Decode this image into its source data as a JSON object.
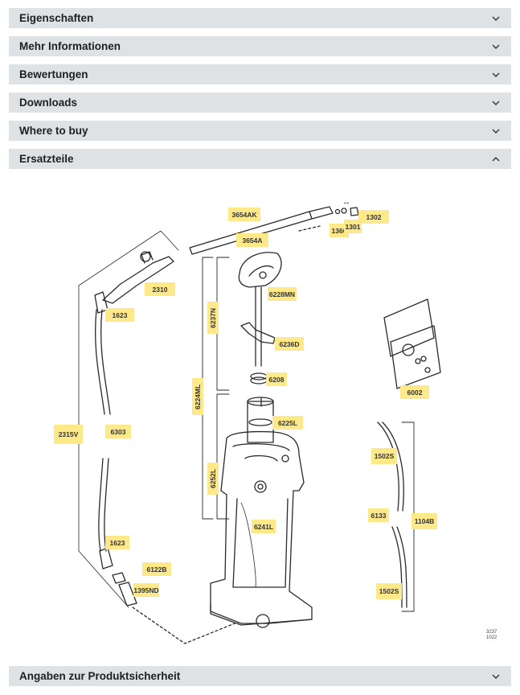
{
  "accordion": [
    {
      "label": "Eigenschaften",
      "state": "collapsed"
    },
    {
      "label": "Mehr Informationen",
      "state": "collapsed"
    },
    {
      "label": "Bewertungen",
      "state": "collapsed"
    },
    {
      "label": "Downloads",
      "state": "collapsed"
    },
    {
      "label": "Where to buy",
      "state": "collapsed"
    },
    {
      "label": "Ersatzteile",
      "state": "expanded"
    }
  ],
  "footer_accordion": {
    "label": "Angaben zur Produktsicherheit",
    "state": "collapsed"
  },
  "diagram": {
    "parts": [
      "3654AK",
      "3654A",
      "1360",
      "1301",
      "1302",
      "2310",
      "1623",
      "6228MN",
      "6237N",
      "6236D",
      "6208",
      "6224ML",
      "6002",
      "2315V",
      "6303",
      "6225L",
      "6252L",
      "1502S",
      "6133",
      "1104B",
      "6241L",
      "1623",
      "6122B",
      "1395ND",
      "1502S"
    ],
    "corner_code": [
      "3237",
      "1022"
    ]
  },
  "colors": {
    "bar": "#dfe2e4",
    "highlight": "#fde98a",
    "line": "#2a2a2a"
  }
}
